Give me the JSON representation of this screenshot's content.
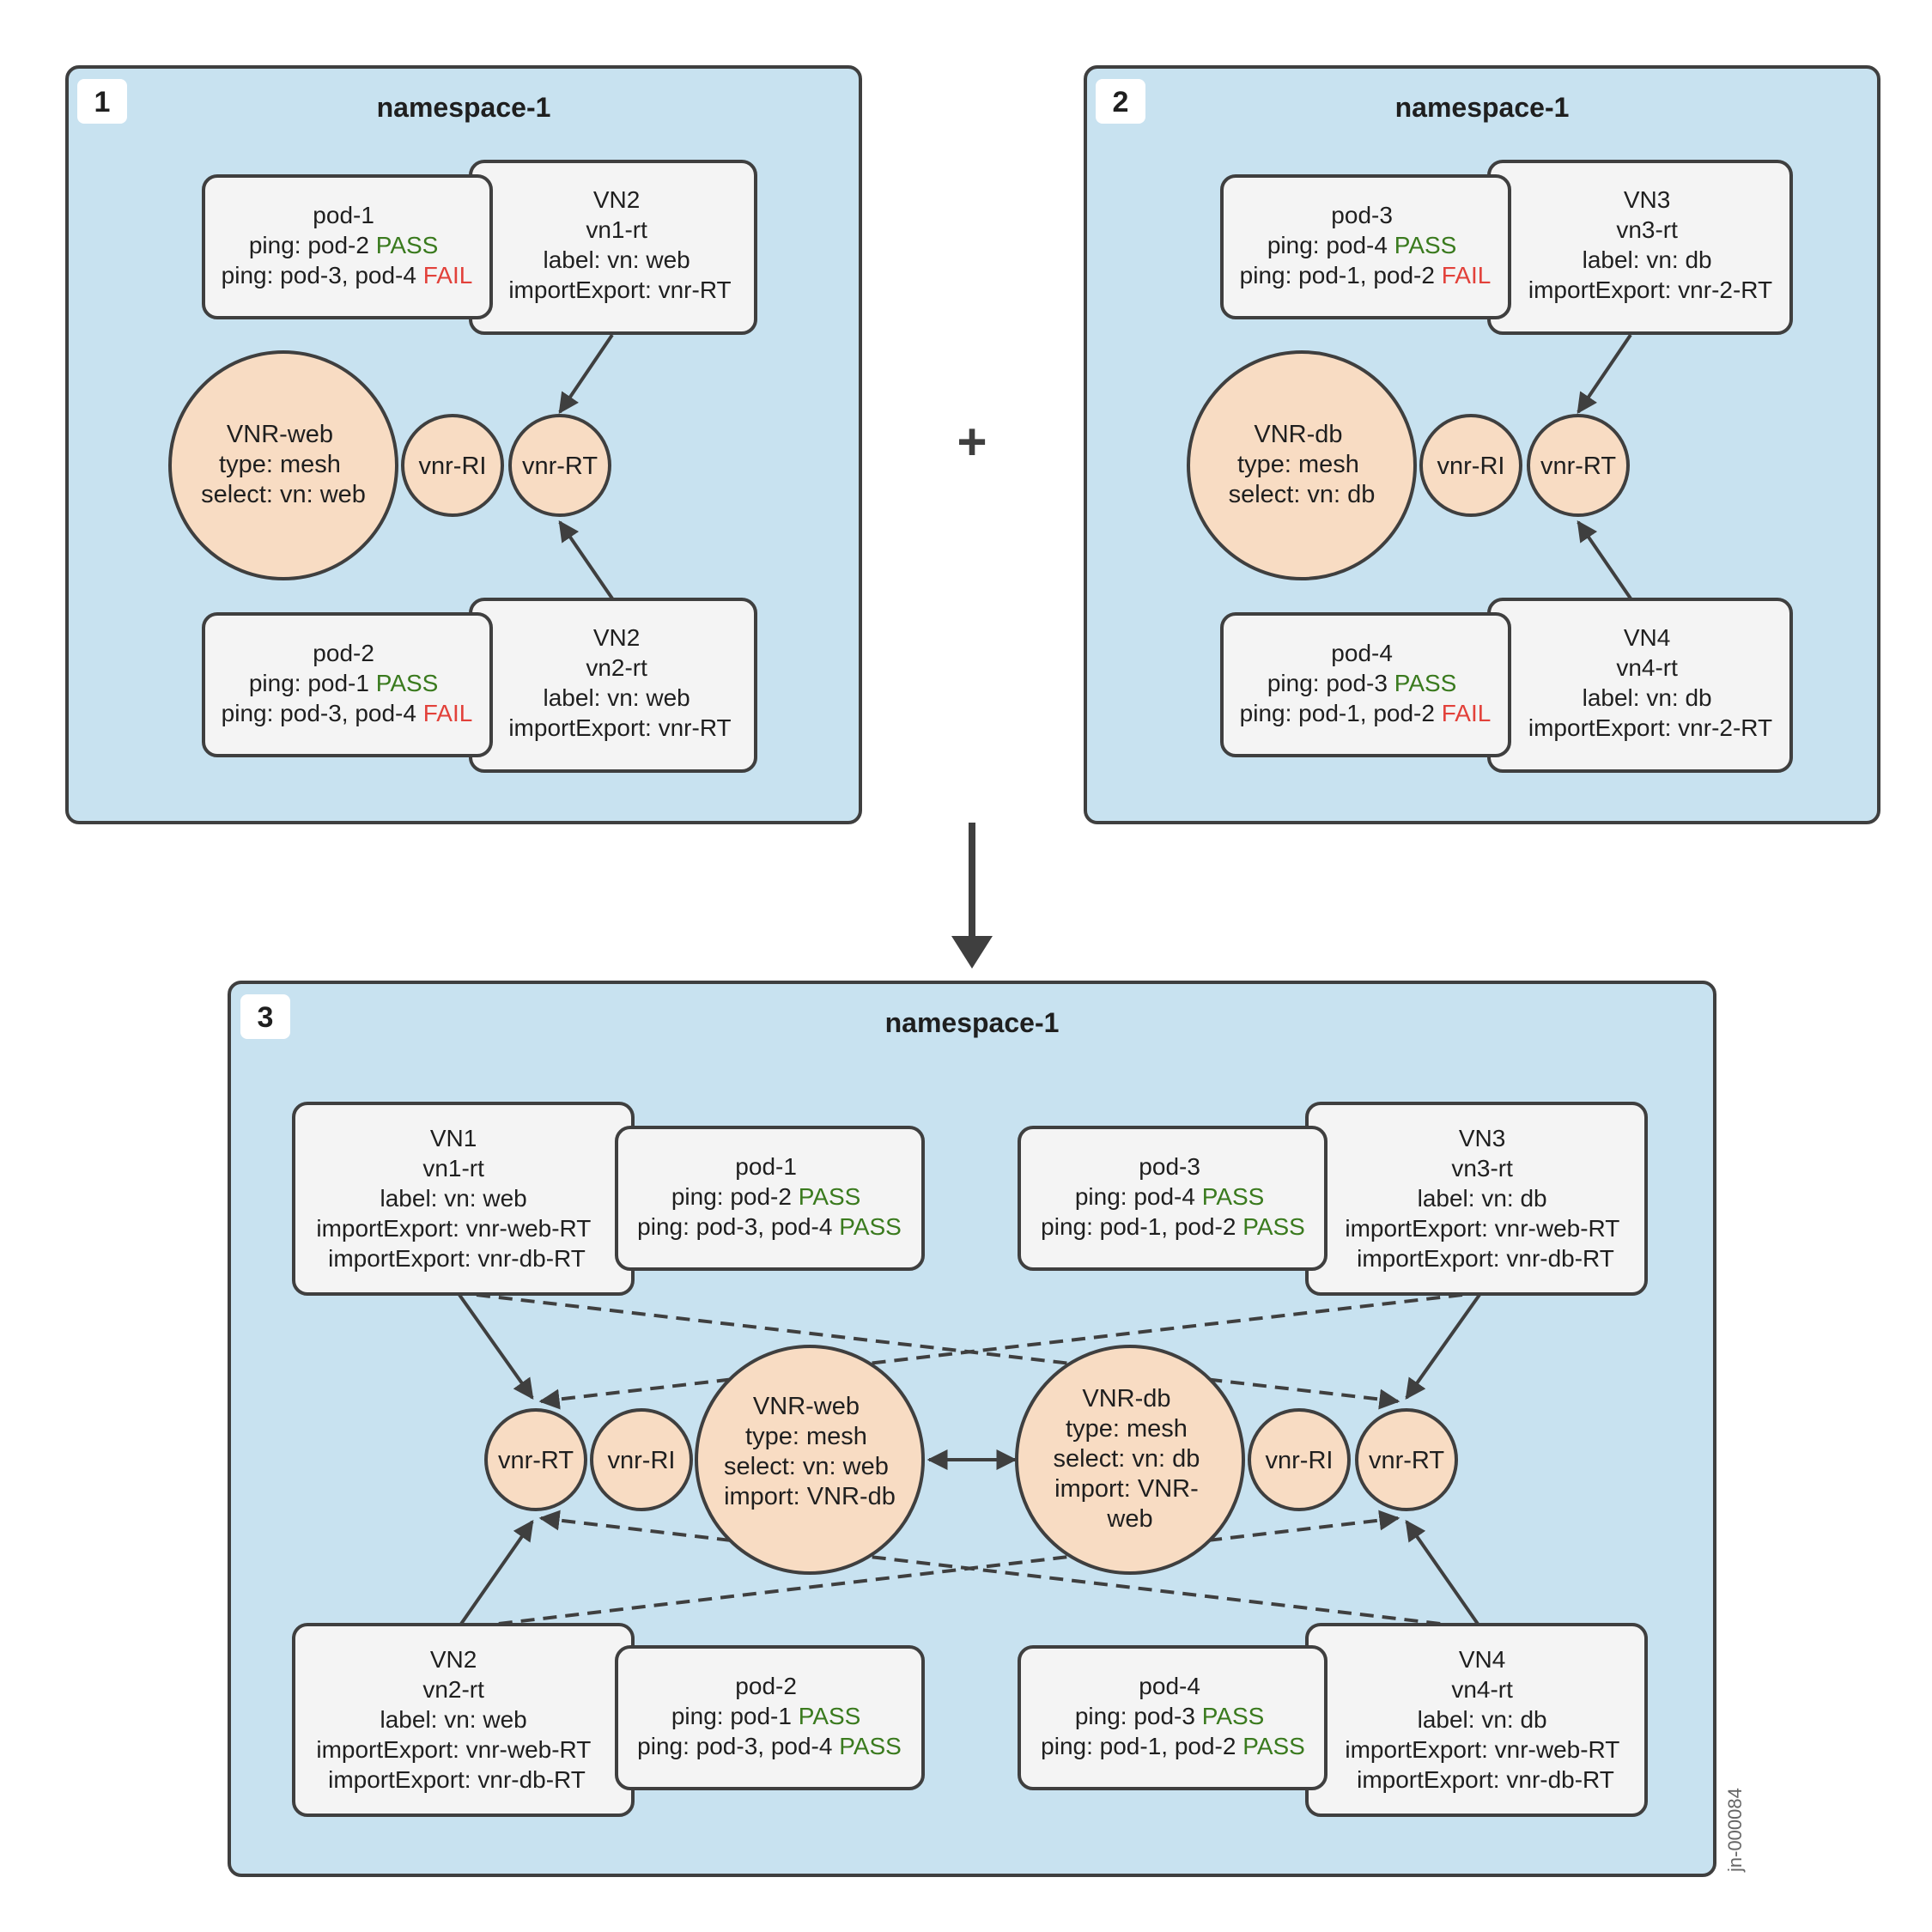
{
  "panels": {
    "p1": {
      "badge": "1",
      "title": "namespace-1"
    },
    "p2": {
      "badge": "2",
      "title": "namespace-1"
    },
    "p3": {
      "badge": "3",
      "title": "namespace-1"
    }
  },
  "plus": "+",
  "figure_id": "jn-000084",
  "status": {
    "pass": "PASS",
    "fail": "FAIL"
  },
  "p1": {
    "pod1": {
      "name": "pod-1",
      "ping_a": "ping: pod-2 ",
      "ping_b": "ping: pod-3, pod-4 "
    },
    "pod2": {
      "name": "pod-2",
      "ping_a": "ping: pod-1 ",
      "ping_b": "ping: pod-3, pod-4 "
    },
    "vn_top": {
      "l1": "VN2",
      "l2": "vn1-rt",
      "l3": "label: vn: web",
      "l4": "importExport: vnr-RT"
    },
    "vn_bot": {
      "l1": "VN2",
      "l2": "vn2-rt",
      "l3": "label: vn: web",
      "l4": "importExport: vnr-RT"
    },
    "vnr": {
      "l1": "VNR-web",
      "l2": "type: mesh",
      "l3": "select: vn: web"
    },
    "ri": "vnr-RI",
    "rt": "vnr-RT"
  },
  "p2": {
    "pod3": {
      "name": "pod-3",
      "ping_a": "ping: pod-4 ",
      "ping_b": "ping: pod-1, pod-2 "
    },
    "pod4": {
      "name": "pod-4",
      "ping_a": "ping: pod-3 ",
      "ping_b": "ping: pod-1, pod-2 "
    },
    "vn_top": {
      "l1": "VN3",
      "l2": "vn3-rt",
      "l3": "label: vn: db",
      "l4": "importExport: vnr-2-RT"
    },
    "vn_bot": {
      "l1": "VN4",
      "l2": "vn4-rt",
      "l3": "label: vn: db",
      "l4": "importExport: vnr-2-RT"
    },
    "vnr": {
      "l1": "VNR-db",
      "l2": "type: mesh",
      "l3": "select: vn: db"
    },
    "ri": "vnr-RI",
    "rt": "vnr-RT"
  },
  "p3": {
    "vn1": {
      "l1": "VN1",
      "l2": "vn1-rt",
      "l3": "label: vn: web",
      "l4": "importExport: vnr-web-RT",
      "l5": "importExport: vnr-db-RT"
    },
    "vn2": {
      "l1": "VN2",
      "l2": "vn2-rt",
      "l3": "label: vn: web",
      "l4": "importExport: vnr-web-RT",
      "l5": "importExport: vnr-db-RT"
    },
    "vn3": {
      "l1": "VN3",
      "l2": "vn3-rt",
      "l3": "label: vn: db",
      "l4": "importExport: vnr-web-RT",
      "l5": "importExport: vnr-db-RT"
    },
    "vn4": {
      "l1": "VN4",
      "l2": "vn4-rt",
      "l3": "label: vn: db",
      "l4": "importExport: vnr-web-RT",
      "l5": "importExport: vnr-db-RT"
    },
    "pod1": {
      "name": "pod-1",
      "ping_a": "ping: pod-2 ",
      "ping_b": "ping: pod-3, pod-4 "
    },
    "pod2": {
      "name": "pod-2",
      "ping_a": "ping: pod-1 ",
      "ping_b": "ping: pod-3, pod-4 "
    },
    "pod3": {
      "name": "pod-3",
      "ping_a": "ping: pod-4 ",
      "ping_b": "ping: pod-1, pod-2 "
    },
    "pod4": {
      "name": "pod-4",
      "ping_a": "ping: pod-3 ",
      "ping_b": "ping: pod-1, pod-2 "
    },
    "vnr_web": {
      "l1": "VNR-web",
      "l2": "type: mesh",
      "l3": "select: vn: web",
      "l4": "import: VNR-db"
    },
    "vnr_db": {
      "l1": "VNR-db",
      "l2": "type: mesh",
      "l3": "select: vn: db",
      "l4": "import: VNR-",
      "l5": "web"
    },
    "ri": "vnr-RI",
    "rt": "vnr-RT"
  }
}
